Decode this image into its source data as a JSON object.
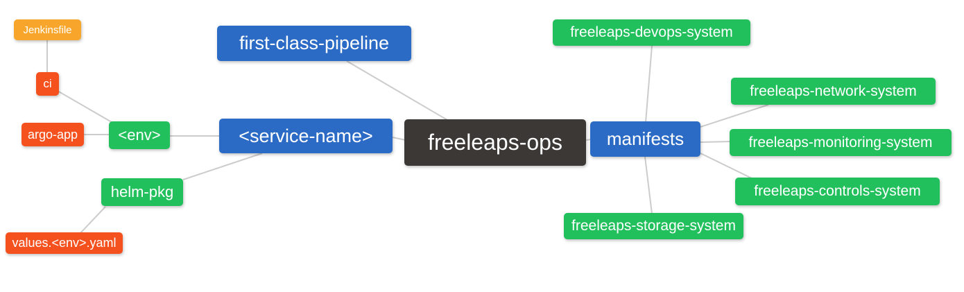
{
  "diagram": {
    "type": "mindmap",
    "root_label": "freeleaps-ops"
  },
  "colors": {
    "orange": "#f7a62b",
    "red": "#f4511e",
    "green": "#22c05c",
    "blue": "#2b6bc5",
    "dark": "#3b3836",
    "edge": "#cccccc",
    "background": "#ffffff",
    "node_text": "#ffffff"
  },
  "nodes": {
    "jenkinsfile": {
      "label": "Jenkinsfile",
      "color": "orange"
    },
    "ci": {
      "label": "ci",
      "color": "red"
    },
    "argo_app": {
      "label": "argo-app",
      "color": "red"
    },
    "env": {
      "label": "<env>",
      "color": "green"
    },
    "helm_pkg": {
      "label": "helm-pkg",
      "color": "green"
    },
    "values_env_yaml": {
      "label": "values.<env>.yaml",
      "color": "red"
    },
    "service_name": {
      "label": "<service-name>",
      "color": "blue"
    },
    "first_class_pipeline": {
      "label": "first-class-pipeline",
      "color": "blue"
    },
    "freeleaps_ops": {
      "label": "freeleaps-ops",
      "color": "dark"
    },
    "manifests": {
      "label": "manifests",
      "color": "blue"
    },
    "devops_system": {
      "label": "freeleaps-devops-system",
      "color": "green"
    },
    "network_system": {
      "label": "freeleaps-network-system",
      "color": "green"
    },
    "monitoring_system": {
      "label": "freeleaps-monitoring-system",
      "color": "green"
    },
    "controls_system": {
      "label": "freeleaps-controls-system",
      "color": "green"
    },
    "storage_system": {
      "label": "freeleaps-storage-system",
      "color": "green"
    }
  },
  "edges": [
    {
      "from": "Jenkinsfile",
      "to": "ci"
    },
    {
      "from": "ci",
      "to": "<env>"
    },
    {
      "from": "argo-app",
      "to": "<env>"
    },
    {
      "from": "<env>",
      "to": "<service-name>"
    },
    {
      "from": "helm-pkg",
      "to": "<service-name>"
    },
    {
      "from": "values.<env>.yaml",
      "to": "helm-pkg"
    },
    {
      "from": "<service-name>",
      "to": "freeleaps-ops"
    },
    {
      "from": "first-class-pipeline",
      "to": "freeleaps-ops"
    },
    {
      "from": "freeleaps-ops",
      "to": "manifests"
    },
    {
      "from": "manifests",
      "to": "freeleaps-devops-system"
    },
    {
      "from": "manifests",
      "to": "freeleaps-network-system"
    },
    {
      "from": "manifests",
      "to": "freeleaps-monitoring-system"
    },
    {
      "from": "manifests",
      "to": "freeleaps-controls-system"
    },
    {
      "from": "manifests",
      "to": "freeleaps-storage-system"
    }
  ]
}
